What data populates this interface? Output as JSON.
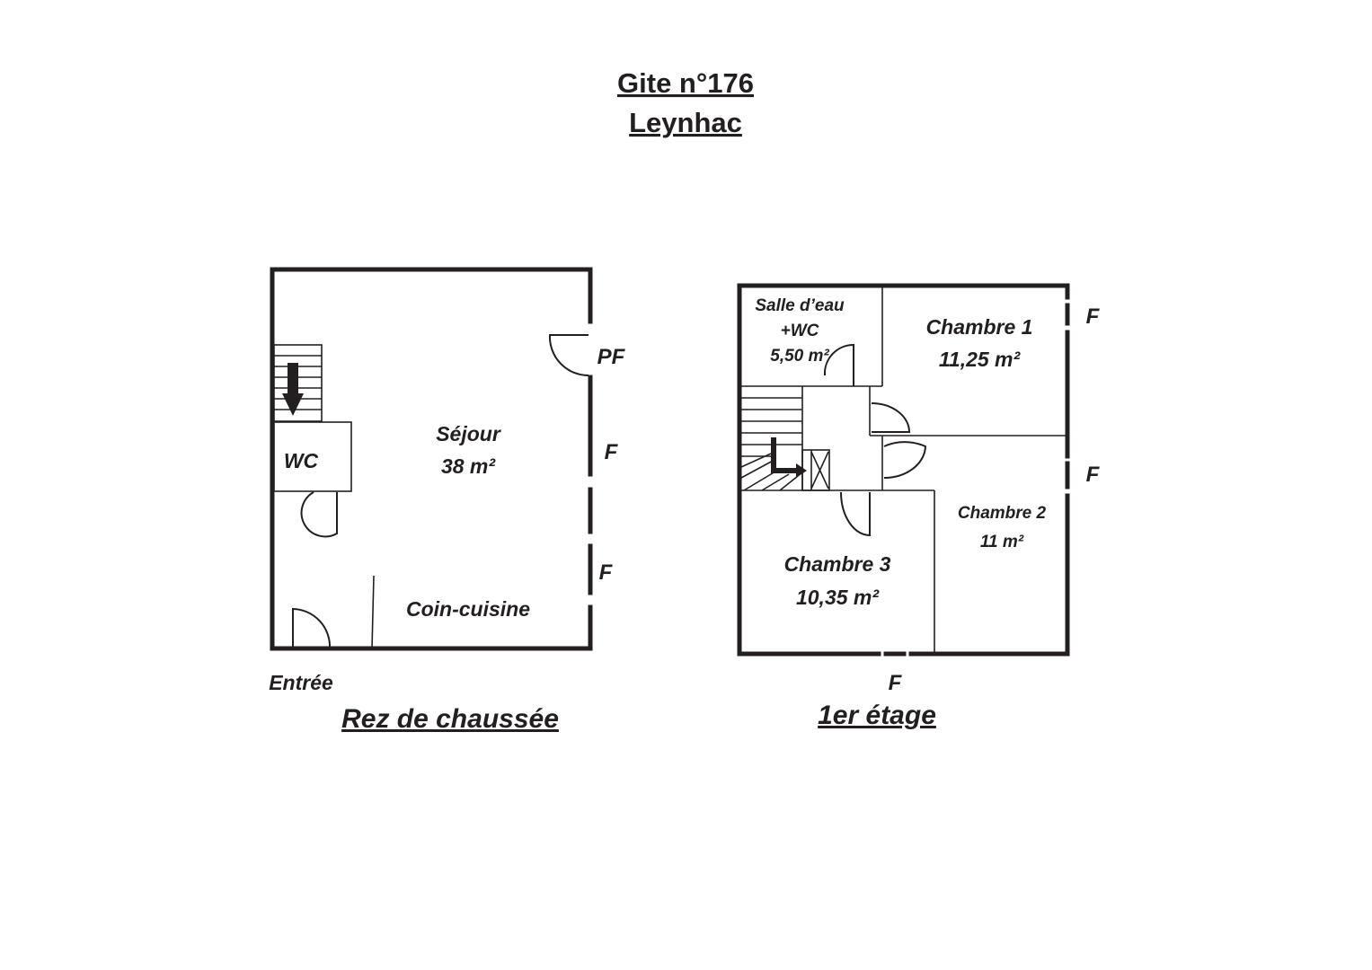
{
  "header": {
    "title_line1": "Gite n°176",
    "title_line2": "Leynhac"
  },
  "ground_floor": {
    "title": "Rez de chaussée",
    "entry_label": "Entrée",
    "rooms": {
      "sejour_name": "Séjour",
      "sejour_area": "38 m²",
      "wc": "WC",
      "kitchen": "Coin-cuisine"
    },
    "openings": {
      "pf": "PF",
      "f1": "F",
      "f2": "F"
    }
  },
  "first_floor": {
    "title": "1er étage",
    "rooms": {
      "bath_line1": "Salle d’eau",
      "bath_line2": "+WC",
      "bath_area": "5,50 m²",
      "ch1_name": "Chambre 1",
      "ch1_area": "11,25 m²",
      "ch2_name": "Chambre 2",
      "ch2_area": "11 m²",
      "ch3_name": "Chambre 3",
      "ch3_area": "10,35 m²"
    },
    "openings": {
      "f_ch1": "F",
      "f_ch2": "F",
      "f_bottom": "F"
    }
  }
}
